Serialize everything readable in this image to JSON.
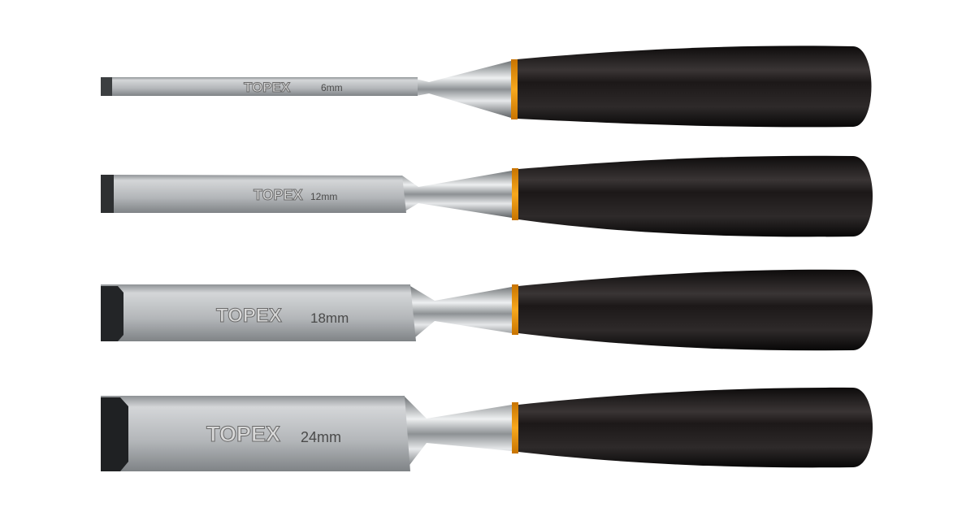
{
  "product": {
    "brand": "TOPEX",
    "chisels": [
      {
        "brand": "TOPEX",
        "size": "6mm"
      },
      {
        "brand": "TOPEX",
        "size": "12mm"
      },
      {
        "brand": "TOPEX",
        "size": "18mm"
      },
      {
        "brand": "TOPEX",
        "size": "24mm"
      }
    ]
  },
  "colors": {
    "ferrule": "#f29a12",
    "handle": "#1a1514",
    "blade": "#b9bcbf",
    "background": "#ffffff"
  }
}
